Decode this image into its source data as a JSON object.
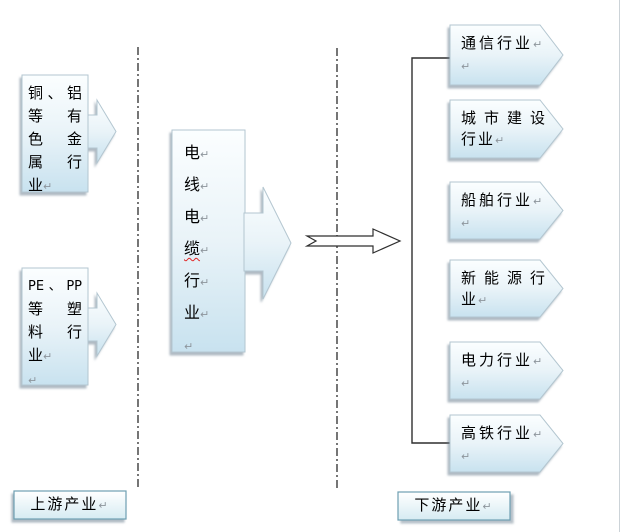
{
  "colors": {
    "background": "#ffffff",
    "shape_fill_top": "#fbfeff",
    "shape_fill_mid": "#e9f3f8",
    "shape_fill_bottom": "#c8e2ef",
    "shape_border": "#b3c6d0",
    "label_box_border": "#6e9fb2",
    "label_box_fill_top": "#ffffff",
    "label_box_fill_bottom": "#d6ebf2",
    "connector_line": "#2f2f2f",
    "dashed_line": "#1a1a1a",
    "paragraph_mark": "#8d959c",
    "spellcheck_underline": "#e02525",
    "shadow": "#7e93a0"
  },
  "marks": {
    "return": "↵"
  },
  "upstream_section": {
    "label_box": "上游产业",
    "metals": {
      "label": "铜、铝等有色金属行业",
      "lines": [
        "铜、铝",
        "等有",
        "色金",
        "属行",
        "业"
      ]
    },
    "plastics": {
      "label": "PE、PP等塑料行业",
      "lines": [
        "PE、PP",
        "等塑",
        "料行",
        "业"
      ]
    }
  },
  "center_shape": {
    "label": "电线电缆行业",
    "chars": [
      "电",
      "线",
      "电",
      "缆",
      "行",
      "业"
    ],
    "misspelled_char": "缆"
  },
  "downstream_section": {
    "label_box": "下游产业",
    "industries": [
      {
        "label": "通信行业",
        "line1": "通信行业",
        "line2": ""
      },
      {
        "label": "城市建设行业",
        "line1": "城市建设",
        "line2": "行业"
      },
      {
        "label": "船舶行业",
        "line1": "船舶行业",
        "line2": ""
      },
      {
        "label": "新能源行业",
        "line1": "新能源行",
        "line2": "业"
      },
      {
        "label": "电力行业",
        "line1": "电力行业",
        "line2": ""
      },
      {
        "label": "高铁行业",
        "line1": "高铁行业",
        "line2": ""
      }
    ]
  }
}
